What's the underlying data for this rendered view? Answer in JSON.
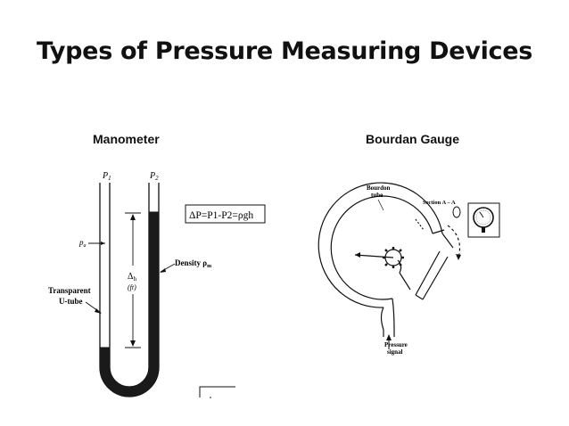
{
  "slide": {
    "title": "Types of Pressure Measuring Devices"
  },
  "manometer": {
    "heading": "Manometer",
    "labels": {
      "p1": "P",
      "p1_sub": "1",
      "p2": "P",
      "p2_sub": "2",
      "pa": "p",
      "pa_sub": "a",
      "delta": "Δ",
      "delta_sub": "h",
      "delta_unit": "(ft)",
      "density": "Density ρ",
      "density_sub": "m",
      "transparent": "Transparent",
      "utube": "U-tube"
    },
    "equation": "ΔP=P1-P2=ρgh"
  },
  "bourdon": {
    "heading": "Bourdan Gauge",
    "labels": {
      "tube1": "Bourdon",
      "tube2": "tube",
      "section": "Section A – A",
      "signal1": "Pressure",
      "signal2": "signal"
    }
  }
}
